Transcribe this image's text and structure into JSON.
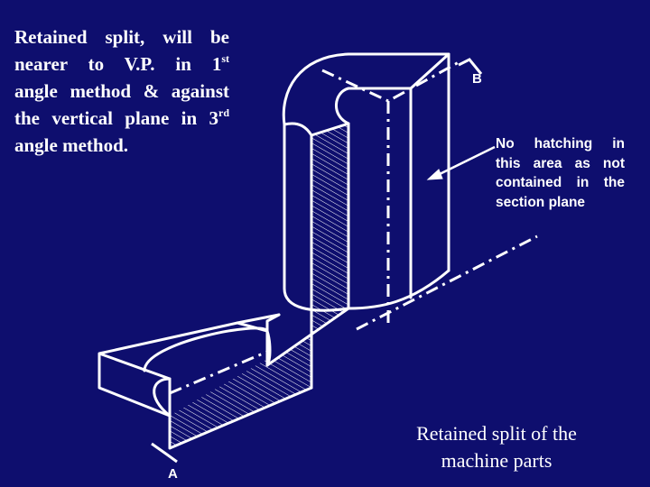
{
  "slide": {
    "background": "#0e0e6e",
    "line_color": "#ffffff"
  },
  "note": {
    "line1": "Retained split, will be",
    "line2_a": "nearer to V.P. in 1",
    "line2_sup": "st",
    "line3": "angle method & against",
    "line4_a": "the vertical plane in 3",
    "line4_sup": "rd",
    "line5": "angle method."
  },
  "callout": {
    "lines": [
      "No hatching in",
      "this area as not",
      "contained in the",
      "section plane"
    ]
  },
  "labels": {
    "cut_b": "B",
    "cut_a": "A"
  },
  "caption": {
    "line1": "Retained split of the",
    "line2": "machine parts"
  }
}
